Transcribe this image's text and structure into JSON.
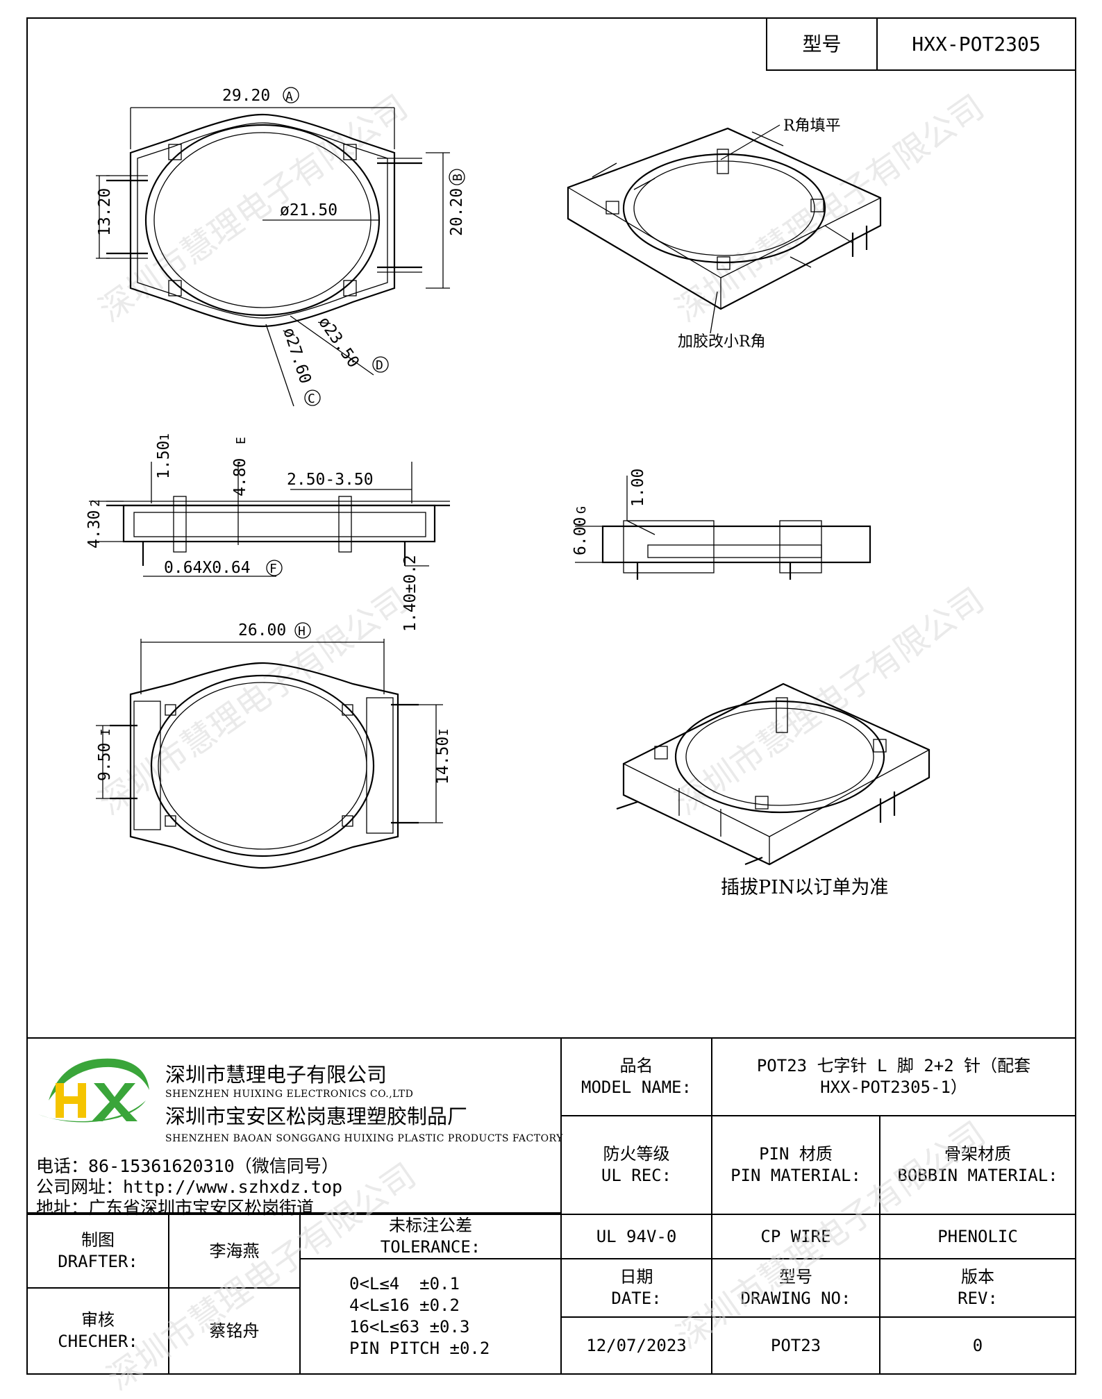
{
  "header": {
    "model_label": "型号",
    "model_value": "HXX-POT2305"
  },
  "dimensions": {
    "top_width": "29.20",
    "top_width_tag": "A",
    "top_height": "20.20",
    "top_height_tag": "B",
    "inner_dia": "ø21.50",
    "dia_c": "ø27.60",
    "dia_c_tag": "C",
    "dia_d": "ø23.50",
    "dia_d_tag": "D",
    "pin_span": "13.20",
    "side_1_50": "1.50",
    "side_1_tag": "1",
    "side_4_80": "4.80",
    "side_4_80_tag": "E",
    "side_2_50": "2.50-3.50",
    "side_4_30": "4.30",
    "side_4_30_tag": "2",
    "pin_size": "0.64X0.64",
    "pin_size_tag": "F",
    "pin_len": "1.40±0.2",
    "end_1_00": "1.00",
    "end_6_00": "6.00",
    "end_6_00_tag": "G",
    "bot_width": "26.00",
    "bot_width_tag": "H",
    "bot_9_50": "9.50",
    "bot_9_50_tag": "I",
    "bot_14_50": "14.50",
    "bot_14_50_tag": "I"
  },
  "notes": {
    "r_fill": "R角填平",
    "glue": "加胶改小R角",
    "pin_order": "插拔PIN以订单为准"
  },
  "watermark": "深圳市慧理电子有限公司",
  "company": {
    "name_cn": "深圳市慧理电子有限公司",
    "name_en": "SHENZHEN HUIXING ELECTRONICS CO.,LTD",
    "factory_cn": "深圳市宝安区松岗惠理塑胶制品厂",
    "factory_en": "SHENZHEN BAOAN SONGGANG HUIXING PLASTIC PRODUCTS FACTORY",
    "phone": "电话：86-15361620310（微信同号）",
    "website": "公司网址：http://www.szhxdz.top",
    "address": "地址：广东省深圳市宝安区松岗街道"
  },
  "title_block": {
    "model_name_cn": "品名",
    "model_name_en": "MODEL NAME:",
    "model_name_value_1": "POT23 七字针 L 脚 2+2 针（配套",
    "model_name_value_2": "HXX-POT2305-1）",
    "ul_cn": "防火等级",
    "ul_en": "UL REC:",
    "pin_cn": "PIN 材质",
    "pin_en": "PIN MATERIAL:",
    "bobbin_cn": "骨架材质",
    "bobbin_en": "BOBBIN MATERIAL:",
    "ul_value": "UL 94V-0",
    "pin_value": "CP WIRE",
    "bobbin_value": "PHENOLIC",
    "drafter_cn": "制图",
    "drafter_en": "DRAFTER:",
    "drafter_name": "李海燕",
    "checker_cn": "审核",
    "checker_en": "CHECHER:",
    "checker_name": "蔡铭舟",
    "tolerance_cn": "未标注公差",
    "tolerance_en": "TOLERANCE:",
    "tol_1": "0<L≤4  ±0.1",
    "tol_2": "4<L≤16 ±0.2",
    "tol_3": "16<L≤63 ±0.3",
    "tol_4": "PIN PITCH ±0.2",
    "date_cn": "日期",
    "date_en": "DATE:",
    "date_value": "12/07/2023",
    "drawing_cn": "型号",
    "drawing_en": "DRAWING NO:",
    "drawing_value": "POT23",
    "rev_cn": "版本",
    "rev_en": "REV:",
    "rev_value": "0"
  },
  "colors": {
    "logo_green": "#3aa53a",
    "logo_yellow": "#f5c400"
  }
}
